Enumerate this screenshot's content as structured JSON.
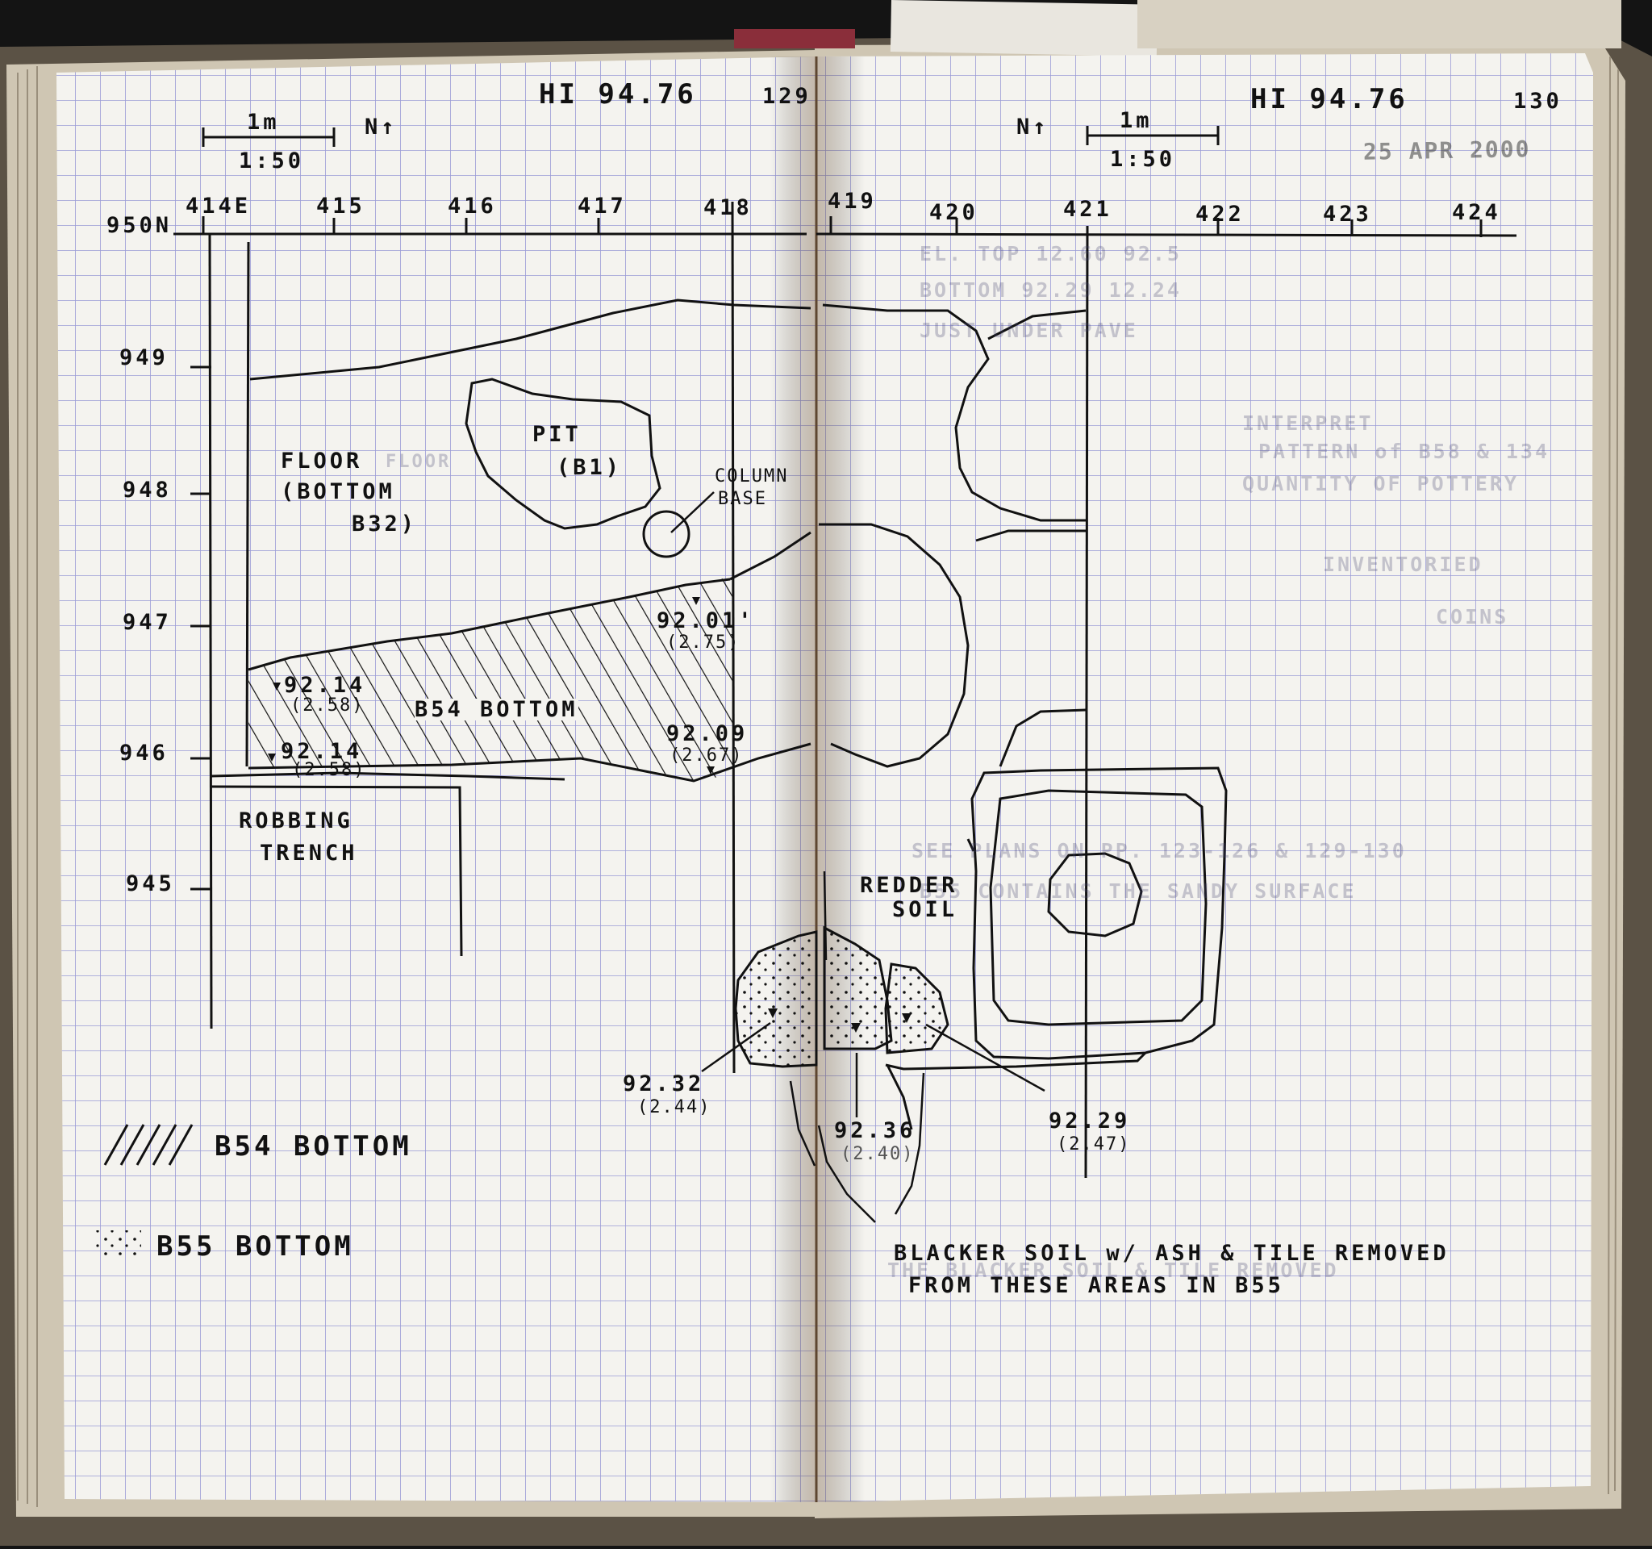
{
  "left_page": {
    "header": {
      "hi_reading": "HI 94.76",
      "page_number": "129"
    },
    "scale_bar": {
      "length_label": "1m",
      "ratio_label": "1:50"
    },
    "north_arrow": "N↑",
    "x_grid_labels": [
      "414E",
      "415",
      "416",
      "417",
      "418"
    ],
    "y_grid_labels": [
      "950N",
      "949",
      "948",
      "947",
      "946",
      "945"
    ],
    "features": {
      "pit": "PIT",
      "pit_id": "(B1)",
      "column_base_1": "COLUMN",
      "column_base_2": "BASE",
      "floor_1": "FLOOR",
      "floor_2": "(BOTTOM",
      "floor_3": "B32)",
      "floor_ghost": "FLOOR",
      "b54_label": "B54 BOTTOM",
      "robbing_1": "ROBBING",
      "robbing_2": "TRENCH"
    },
    "elevations": [
      {
        "value": "92.01'",
        "depth": "(2.75)"
      },
      {
        "value": "92.14",
        "depth": "(2.58)"
      },
      {
        "value": "92.14",
        "depth": "(2.58)"
      },
      {
        "value": "92.09",
        "depth": "(2.67)"
      }
    ],
    "legend": [
      {
        "symbol": "hatch",
        "label": "B54 BOTTOM"
      },
      {
        "symbol": "dots",
        "label": "B55 BOTTOM"
      }
    ]
  },
  "right_page": {
    "header": {
      "hi_reading": "HI 94.76",
      "page_number": "130"
    },
    "scale_bar": {
      "length_label": "1m",
      "ratio_label": "1:50"
    },
    "north_arrow": "N↑",
    "x_grid_labels": [
      "419",
      "420",
      "421",
      "422",
      "423",
      "424"
    ],
    "bleed_through_stamp": "25 APR 2000",
    "features": {
      "redder_soil_1": "REDDER",
      "redder_soil_2": "SOIL"
    },
    "elevations": [
      {
        "value": "92.32",
        "depth": "(2.44)"
      },
      {
        "value": "92.36",
        "depth": "(2.40)"
      },
      {
        "value": "92.29",
        "depth": "(2.47)"
      }
    ],
    "note_line_1": "BLACKER SOIL w/ ASH & TILE REMOVED",
    "note_line_2": "FROM THESE AREAS IN B55"
  },
  "bleed_through_lines": [
    "EL. TOP 12.60 92.5",
    "BOTTOM 92.29 12.24",
    "JUST UNDER PAVE",
    "INTERPRET",
    "PATTERN of B58 & 134",
    "QUANTITY OF POTTERY",
    "INVENTORIED",
    "COINS",
    "SEE PLANS ON PP. 123-126 & 129-130",
    "B55 CONTAINS THE SANDY SURFACE",
    "THE BLACKER SOIL & TILE REMOVED"
  ],
  "colors": {
    "paper": "#f4f3ef",
    "grid": "#9a9bd6",
    "ink": "#111111"
  }
}
